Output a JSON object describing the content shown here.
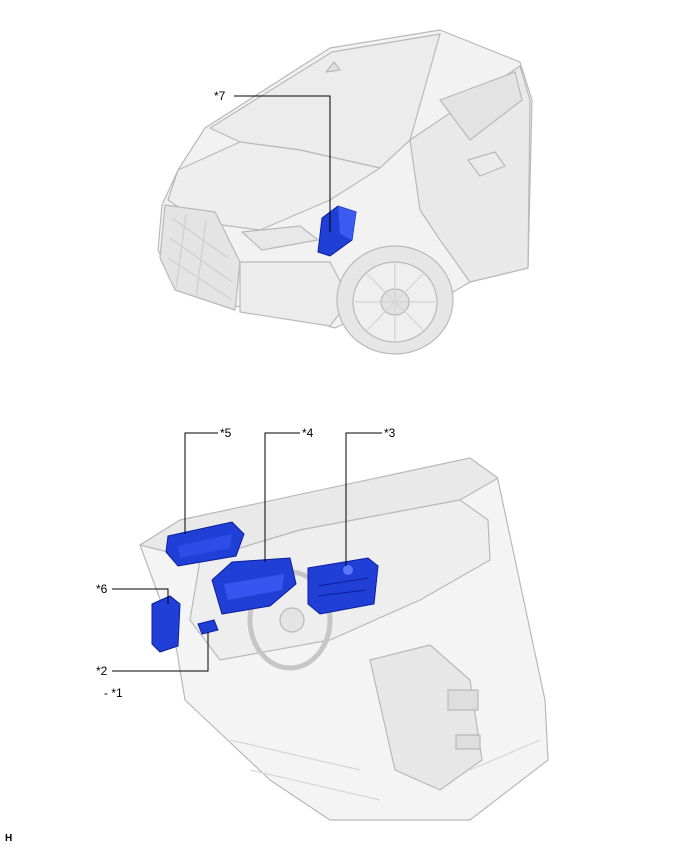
{
  "callouts": {
    "c7": "*7",
    "c5": "*5",
    "c4": "*4",
    "c3": "*3",
    "c6": "*6",
    "c2": "*2",
    "c1": "- *1"
  },
  "corner_mark": "H",
  "colors": {
    "component_blue": "#1f3fd6",
    "component_blue_dark": "#0c1f9a",
    "body_light": "#f2f2f2",
    "body_mid": "#dcdcdc",
    "outline": "#b9b9b9",
    "leader": "#000000"
  }
}
